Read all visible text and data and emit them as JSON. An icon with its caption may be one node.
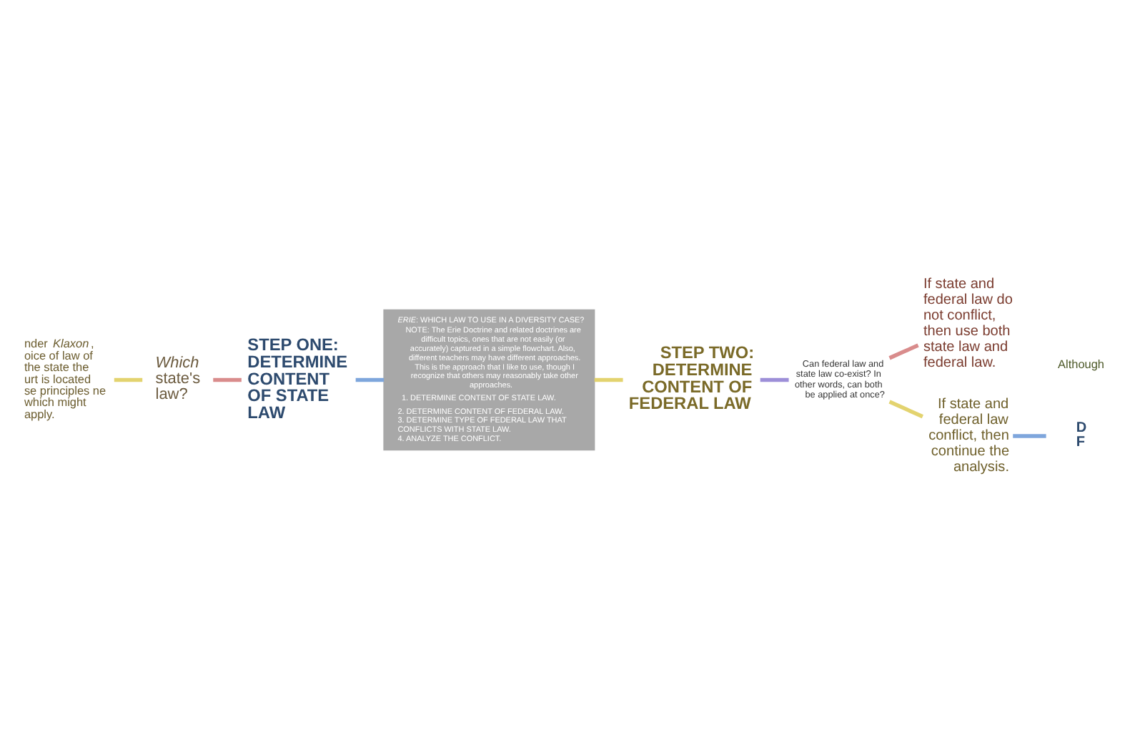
{
  "diagram": {
    "nodes": [
      {
        "text": [
          "nder *Klaxon*, oice of law of the state the urt is located se principles ne which might apply."
        ]
      },
      {
        "text": [
          "*Which* state's law?"
        ]
      },
      {
        "text": [
          "STEP ONE: DETERMINE CONTENT OF STATE LAW"
        ]
      },
      {
        "text": [
          "*ERIE*: WHICH LAW TO USE IN A DIVERSITY CASE?",
          "NOTE: The Erie Doctrine and related doctrines are difficult topics, ones that are not easily (or accurately) captured in a simple flowchart. Also, different teachers may have different approaches. This is the approach that I like to use, though I recognize that others may reasonably take other approaches.",
          "1. DETERMINE CONTENT OF STATE LAW.",
          "2. DETERMINE CONTENT OF FEDERAL LAW.",
          "3. DETERMINE TYPE OF FEDERAL LAW THAT CONFLICTS WITH STATE LAW.",
          "4. ANALYZE THE CONFLICT."
        ]
      },
      {
        "text": [
          "STEP TWO: DETERMINE CONTENT OF FEDERAL LAW"
        ]
      },
      {
        "text": [
          "Can federal law and state law co-exist? In other words, can both be applied at once?"
        ]
      },
      {
        "text": [
          "If state and federal law do not conflict, then use both state law and federal law."
        ]
      },
      {
        "text": [
          "If state and federal law conflict, then continue the analysis."
        ]
      },
      {
        "text": [
          "D F"
        ]
      }
    ],
    "edges": [
      {
        "from": 0,
        "to": 1,
        "arrow": "none",
        "color": "#e3d36f"
      },
      {
        "from": 1,
        "to": 2,
        "arrow": "none",
        "color": "#d98c8c"
      },
      {
        "from": 2,
        "to": 3,
        "arrow": "none",
        "color": "#7ea6dc"
      },
      {
        "from": 3,
        "to": 4,
        "arrow": "none",
        "color": "#e3d36f"
      },
      {
        "from": 4,
        "to": 5,
        "arrow": "none",
        "color": "#9d8fd8"
      },
      {
        "from": 5,
        "to": 6,
        "arrow": "none",
        "color": "#d98c8c"
      },
      {
        "from": 5,
        "to": 7,
        "arrow": "none",
        "color": "#e3d36f"
      },
      {
        "from": 7,
        "to": 8,
        "arrow": "none",
        "color": "#7ea6dc"
      }
    ],
    "labels": [
      "Although"
    ]
  }
}
